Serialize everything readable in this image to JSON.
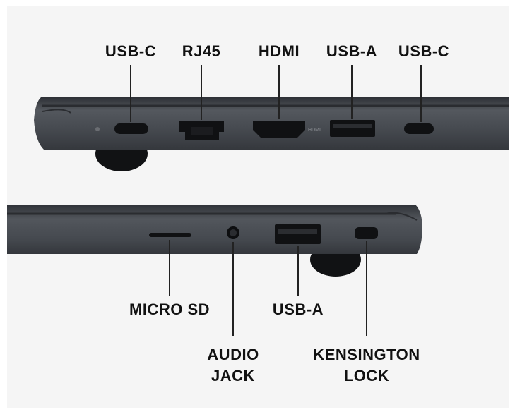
{
  "top_side": {
    "ports": [
      {
        "name": "USB-C"
      },
      {
        "name": "RJ45"
      },
      {
        "name": "HDMI"
      },
      {
        "name": "USB-A"
      },
      {
        "name": "USB-C"
      }
    ],
    "hdmi_logo_text": "HDMI"
  },
  "bottom_side": {
    "ports": [
      {
        "name": "MICRO SD"
      },
      {
        "name": "AUDIO JACK",
        "lines": [
          "AUDIO",
          "JACK"
        ]
      },
      {
        "name": "USB-A"
      },
      {
        "name": "KENSINGTON LOCK",
        "lines": [
          "KENSINGTON",
          "LOCK"
        ]
      }
    ]
  },
  "colors": {
    "background": "#f5f5f5",
    "laptop_body": "#4b4f55",
    "port_black": "#101113",
    "lines": "#222222"
  }
}
